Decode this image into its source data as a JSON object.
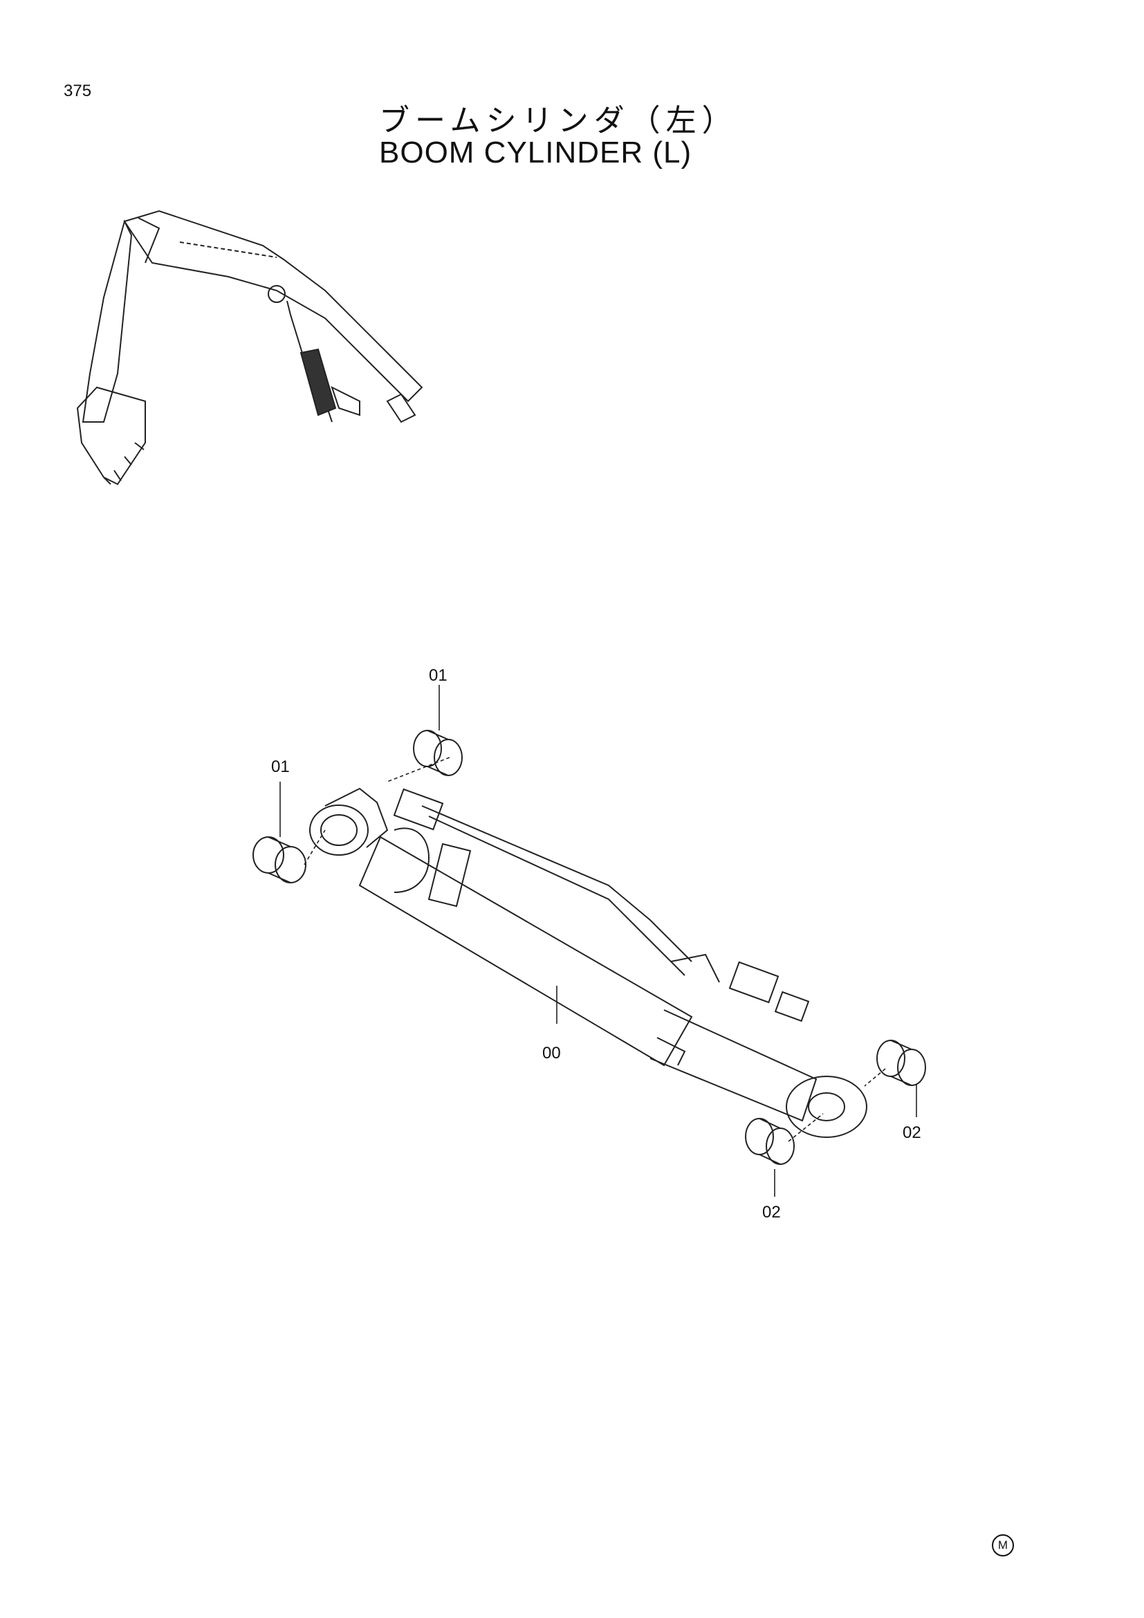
{
  "page": {
    "number": "375",
    "title_japanese": "ブームシリンダ（左）",
    "title_english": "BOOM CYLINDER (L)"
  },
  "callouts": [
    "01",
    "01",
    "00",
    "02",
    "02"
  ],
  "manufacturer_mark": "M"
}
